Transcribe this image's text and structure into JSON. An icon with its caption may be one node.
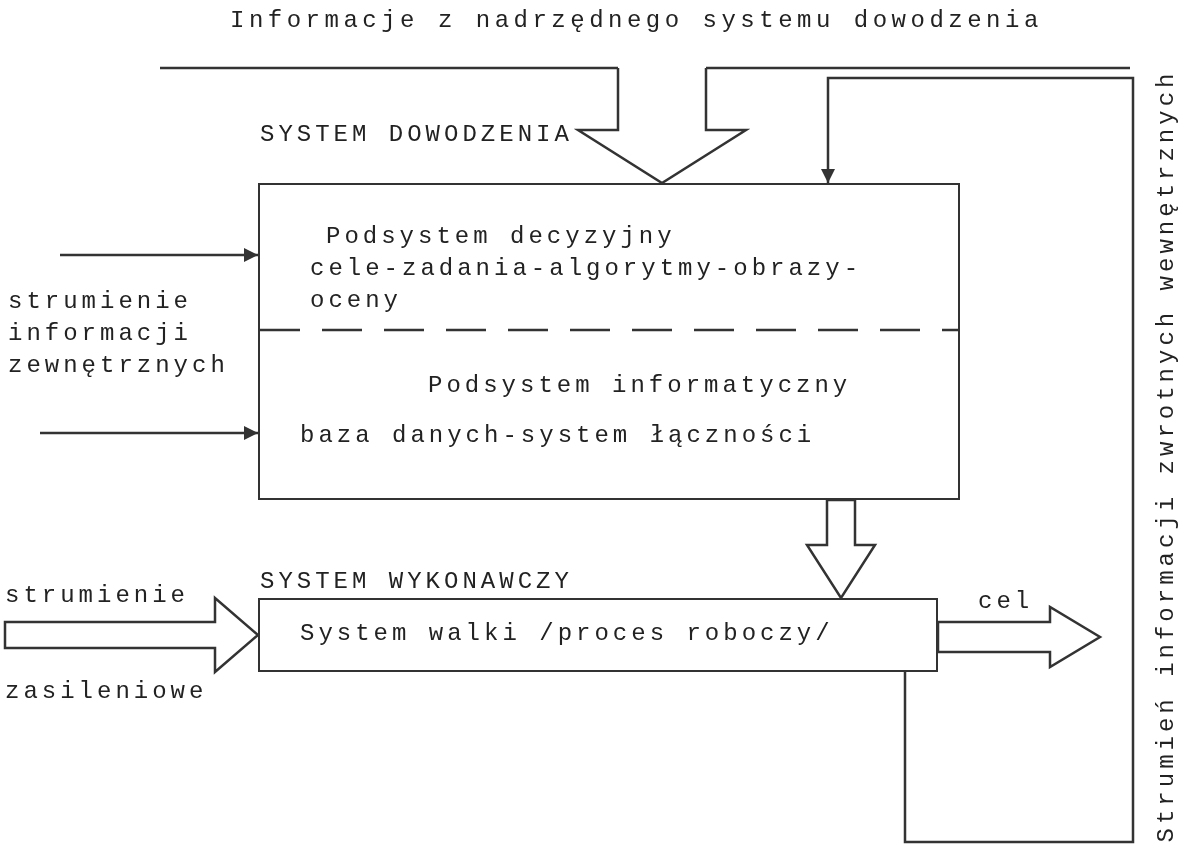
{
  "diagram": {
    "nodes": [
      {
        "text": [
          "Informacje z nadrzędnego systemu dowodzenia"
        ]
      },
      {
        "text": [
          "SYSTEM DOWODZENIA"
        ]
      },
      {
        "text": [
          "Podsystem decyzyjny",
          "cele-zadania-algorytmy-obrazy-oceny"
        ],
        "in": 1
      },
      {
        "text": [
          "Podsystem informatyczny",
          "baza danych-system łączności"
        ],
        "in": 1
      },
      {
        "text": [
          "SYSTEM WYKONAWCZY",
          "System walki /proces roboczy/"
        ]
      }
    ],
    "edges": [
      {
        "from": 0,
        "to": 1,
        "arrow": "to",
        "style": "thick"
      },
      {
        "from": null,
        "to": 1,
        "arrow": "to"
      },
      {
        "from": null,
        "to": 1,
        "arrow": "to"
      },
      {
        "from": 1,
        "to": 4,
        "arrow": "to",
        "style": "thick"
      },
      {
        "from": null,
        "to": 4,
        "arrow": "to",
        "style": "thick"
      },
      {
        "from": 4,
        "to": null,
        "arrow": "to",
        "style": "thick",
        "label": "cel"
      },
      {
        "from": 4,
        "to": 1,
        "arrow": "to"
      }
    ],
    "labels": [
      "strumienie informacji zewnętrznych",
      "strumienie",
      "zasileniowe",
      "Strumień informacji zwrotnych wewnętrznych"
    ]
  }
}
